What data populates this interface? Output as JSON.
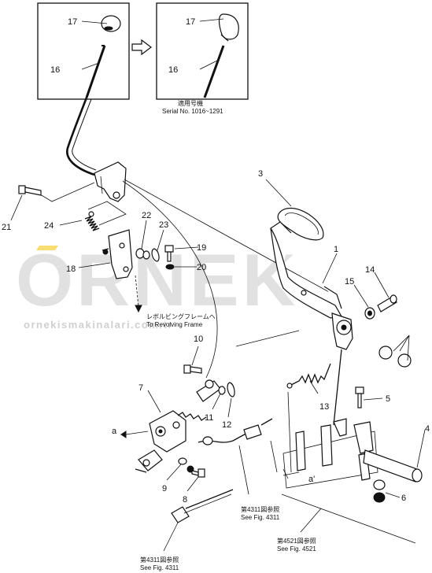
{
  "callouts": {
    "c1": "1",
    "c3": "3",
    "c4": "4",
    "c5": "5",
    "c6": "6",
    "c7": "7",
    "c8": "8",
    "c9": "9",
    "c10": "10",
    "c11": "11",
    "c12": "12",
    "c13": "13",
    "c14": "14",
    "c15": "15",
    "c16a": "16",
    "c16b": "16",
    "c17a": "17",
    "c17b": "17",
    "c18": "18",
    "c19": "19",
    "c20": "20",
    "c21": "21",
    "c22": "22",
    "c23": "23",
    "c24": "24",
    "ca": "a",
    "ca2": "a'"
  },
  "notes": {
    "serial_jp": "適用号機",
    "serial": "Serial No. 1016~1291",
    "revolving_jp": "レボルビングフレームへ",
    "revolving": "To Revolving Frame",
    "fig4311a_jp": "第4311図参照",
    "fig4311a": "See Fig. 4311",
    "fig4311b_jp": "第4311図参照",
    "fig4311b": "See Fig. 4311",
    "fig4521_jp": "第4521図参照",
    "fig4521": "See Fig. 4521"
  },
  "watermark": {
    "main": "ORNEK",
    "sub": "ornekismakinalari.com.tr"
  },
  "colors": {
    "ink": "#111111",
    "watermark": "#c9c9c9",
    "watermark_accent": "#f2c200"
  }
}
